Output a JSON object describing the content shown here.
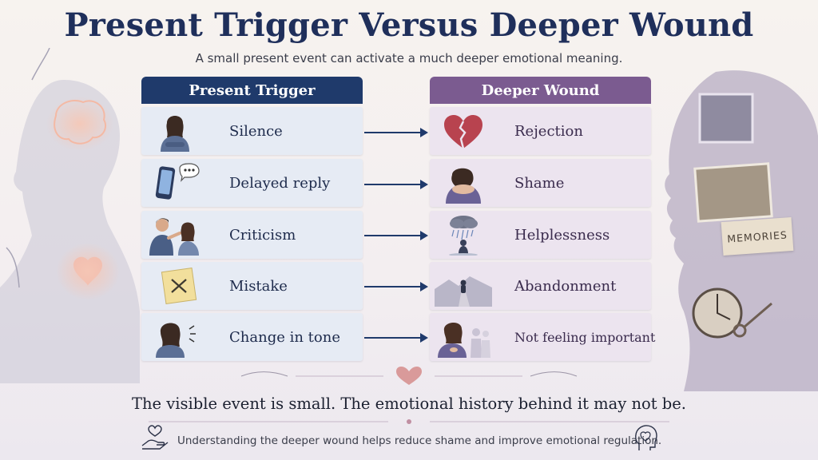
{
  "title": "Present Trigger Versus Deeper Wound",
  "subtitle": "A small present event can activate a much deeper emotional meaning.",
  "columns": {
    "left_header": "Present Trigger",
    "right_header": "Deeper Wound"
  },
  "rows": [
    {
      "trigger": "Silence",
      "wound": "Rejection",
      "trigger_icon": "woman-crossed-arms-icon",
      "wound_icon": "broken-heart-icon"
    },
    {
      "trigger": "Delayed reply",
      "wound": "Shame",
      "trigger_icon": "phone-message-icon",
      "wound_icon": "hiding-person-icon"
    },
    {
      "trigger": "Criticism",
      "wound": "Helplessness",
      "trigger_icon": "pointing-man-icon",
      "wound_icon": "rain-cloud-person-icon"
    },
    {
      "trigger": "Mistake",
      "wound": "Abandonment",
      "trigger_icon": "sticky-note-x-icon",
      "wound_icon": "child-alone-road-icon"
    },
    {
      "trigger": "Change in tone",
      "wound": "Not feeling important",
      "trigger_icon": "woman-listening-icon",
      "wound_icon": "woman-hand-on-chest-icon"
    }
  ],
  "memories_label": "MEMORIES",
  "bottom_line": "The visible event is small. The emotional history behind it may not be.",
  "footer_note": "Understanding the deeper wound helps reduce shame and improve emotional regulation.",
  "colors": {
    "title": "#1f2f5b",
    "left_header": "#1f3a6b",
    "right_header": "#7b5b90",
    "left_card": "#e6ebf4",
    "right_card": "#ece4ef",
    "arrow": "#1f3a6b",
    "heart_accent": "#d99a9a"
  }
}
